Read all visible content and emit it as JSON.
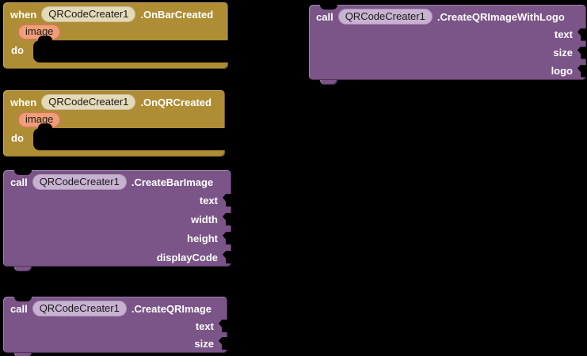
{
  "workspace": {
    "background": "#000000"
  },
  "colors": {
    "event_block": "#AF8D35",
    "method_block": "#7B5488",
    "component_oval_gold": "#E4DAB8",
    "component_oval_purple": "#C8B2D2",
    "param_chip_fill": "#F19E77",
    "param_chip_border": "#C87E56",
    "label_text": "#FFFFFF"
  },
  "blocks": [
    {
      "type": "event",
      "kind_label": "when",
      "component": "QRCodeCreater1",
      "name_label": ".OnBarCreated",
      "param": "image",
      "do_label": "do"
    },
    {
      "type": "event",
      "kind_label": "when",
      "component": "QRCodeCreater1",
      "name_label": ".OnQRCreated",
      "param": "image",
      "do_label": "do"
    },
    {
      "type": "method",
      "kind_label": "call",
      "component": "QRCodeCreater1",
      "name_label": ".CreateBarImage",
      "params": [
        "text",
        "width",
        "height",
        "displayCode"
      ]
    },
    {
      "type": "method",
      "kind_label": "call",
      "component": "QRCodeCreater1",
      "name_label": ".CreateQRImage",
      "params": [
        "text",
        "size"
      ]
    },
    {
      "type": "method",
      "kind_label": "call",
      "component": "QRCodeCreater1",
      "name_label": ".CreateQRImageWithLogo",
      "params": [
        "text",
        "size",
        "logo"
      ]
    }
  ]
}
